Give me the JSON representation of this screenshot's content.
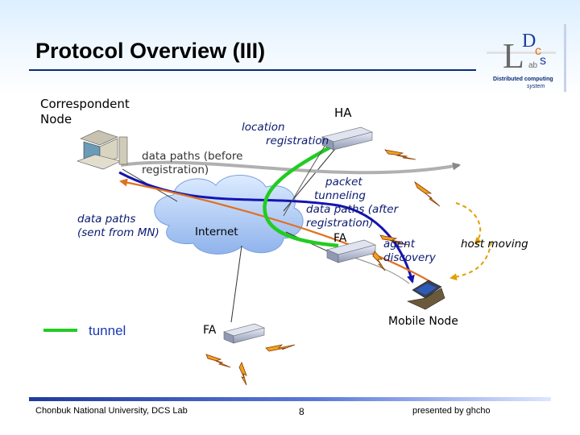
{
  "slide": {
    "title": "Protocol Overview (III)",
    "page_number": "8"
  },
  "logo": {
    "letters": [
      "L",
      "D",
      "c",
      "s",
      "ab"
    ],
    "line1": "Distributed computing",
    "line2": "system"
  },
  "diagram": {
    "cn_label_1": "Correspondent",
    "cn_label_2": "Node",
    "ha_label": "HA",
    "location_registration_1": "location",
    "location_registration_2": "registration",
    "data_paths_before_1": "data paths (before",
    "data_paths_before_2": "registration)",
    "packet_tunneling_1": "packet",
    "packet_tunneling_2": "tunneling",
    "data_paths_after_1": "data paths (after",
    "data_paths_after_2": "registration)",
    "data_paths_mn_1": "data paths",
    "data_paths_mn_2": "(sent from MN)",
    "internet_label": "Internet",
    "fa_label_top": "FA",
    "agent_discovery_1": "agent",
    "agent_discovery_2": "discovery",
    "host_moving": "host moving",
    "mobile_node": "Mobile Node",
    "fa_label_bottom": "FA",
    "legend_tunnel": "tunnel"
  },
  "colors": {
    "tunnel": "#22cc22",
    "path_before": "#b0b0b0",
    "path_after": "#1414b0",
    "path_from_mn": "#e07020",
    "host_moving": "#e0a000",
    "cloud": "#9ec0f2",
    "title_rule": "#0a2a7a"
  },
  "footer": {
    "left": "Chonbuk National University, DCS Lab",
    "right": "presented by ghcho"
  }
}
